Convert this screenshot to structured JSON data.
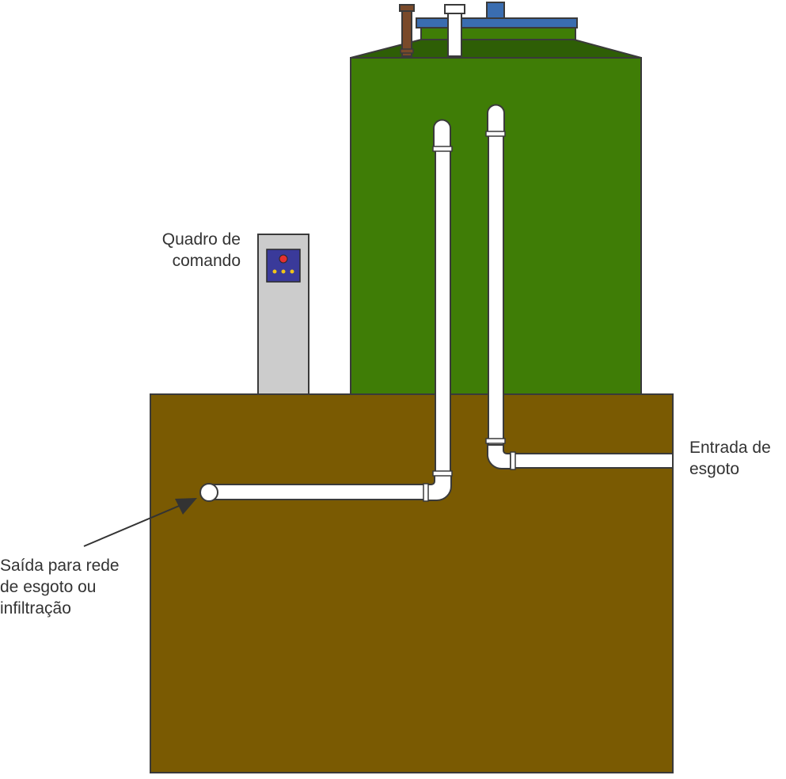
{
  "labels": {
    "control_panel": [
      "Quadro de",
      "comando"
    ],
    "inlet": [
      "Entrada de",
      "esgoto"
    ],
    "outlet": [
      "Saída para rede",
      "de esgoto ou",
      "infiltração"
    ]
  },
  "icons": [
    "tank-icon",
    "control-panel-icon",
    "pipe-icon",
    "arrow-icon",
    "vent-pipe-icon"
  ],
  "colors": {
    "ground": "#7a5a02",
    "tank": "#3f7d06",
    "tank_roof": "#2e5e06",
    "lid": "#3a6db0",
    "pipe": "#ffffff",
    "outline": "#3a3a3a",
    "cabinet": "#cccccc",
    "control_screen": "#3a3a9a",
    "indicator_red": "#e53030",
    "indicator_yellow": "#f0c419",
    "vent_brown": "#7a4a2a"
  }
}
